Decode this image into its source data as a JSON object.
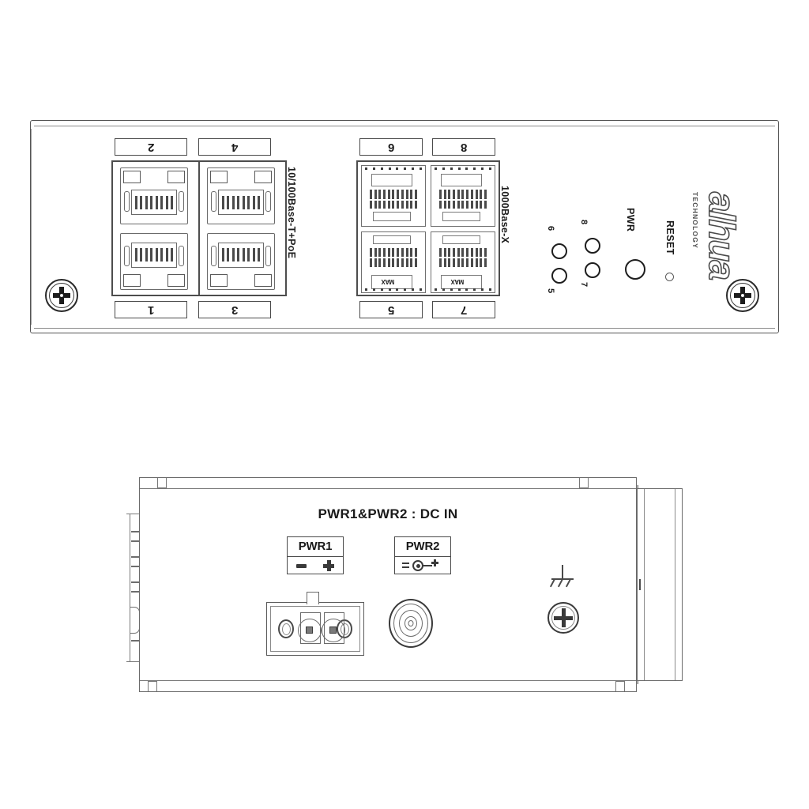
{
  "document": {
    "type": "product-line-drawing",
    "subject": "Industrial PoE network switch – front panel and power-side panel",
    "brand": "alhua",
    "brand_tagline": "TECHNOLOGY"
  },
  "front_panel": {
    "name": "front-panel",
    "rj45_group": {
      "interface_label": "10/100Base-T+PoE",
      "ports": [
        {
          "number": "2",
          "position": "top-left"
        },
        {
          "number": "4",
          "position": "top-right"
        },
        {
          "number": "1",
          "position": "bottom-left"
        },
        {
          "number": "3",
          "position": "bottom-right"
        }
      ]
    },
    "sfp_group": {
      "interface_label": "1000Base-X",
      "tag": "MAX",
      "ports": [
        {
          "number": "6",
          "position": "top-left"
        },
        {
          "number": "8",
          "position": "top-right"
        },
        {
          "number": "5",
          "position": "bottom-left"
        },
        {
          "number": "7",
          "position": "bottom-right"
        }
      ]
    },
    "leds": {
      "port_leds": [
        {
          "label": "6",
          "position": "top-left"
        },
        {
          "label": "8",
          "position": "top-right"
        },
        {
          "label": "5",
          "position": "bottom-left"
        },
        {
          "label": "7",
          "position": "bottom-right"
        }
      ],
      "power_led": "PWR"
    },
    "reset": {
      "label": "RESET"
    },
    "screws": [
      {
        "name": "screw-left",
        "style": "cross-recessed"
      },
      {
        "name": "screw-right",
        "style": "cross-recessed"
      }
    ]
  },
  "bottom_panel": {
    "name": "power-side-panel",
    "title": "PWR1&PWR2 : DC IN",
    "connectors": [
      {
        "label": "PWR1",
        "type": "terminal-block",
        "symbols": [
          "minus",
          "plus"
        ]
      },
      {
        "label": "PWR2",
        "type": "dc-barrel-jack",
        "symbols": [
          "dc",
          "center-positive"
        ]
      }
    ],
    "ground": {
      "symbol": "earth-ground",
      "fastener": "phillips-screw"
    },
    "mount": {
      "left": "din-rail-bracket",
      "right": "side-cover"
    }
  },
  "colors": {
    "line": "#4a4a4a",
    "line_dark": "#1d1d1d",
    "line_light": "#8a8a8a",
    "background": "#ffffff"
  }
}
